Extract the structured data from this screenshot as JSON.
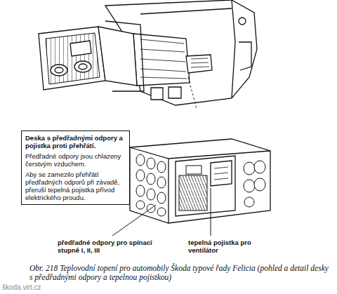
{
  "diagram": {
    "caption": "Obr. 218 Teplovodní topení pro automobily Škoda typové řady Felicia (pohled a detail desky s předřadnými odpory a tepelnou pojistkou)",
    "nodes": [
      {
        "text": [
          "Deska s předřadnými odpory a pojistka proti přehřátí.",
          "Předřadné odpory jsou chlazeny čerstvým vzduchem.",
          "Aby se zamezilo přehřátí předřadných odporů při závadě, přeruší tepelná pojistka přívod elektrického proudu."
        ]
      }
    ],
    "labels": [
      "předřadné odpory pro spínací stupně I, II, III",
      "tepelná pojistka pro ventilátor",
      "škoda.virt.cz"
    ]
  }
}
